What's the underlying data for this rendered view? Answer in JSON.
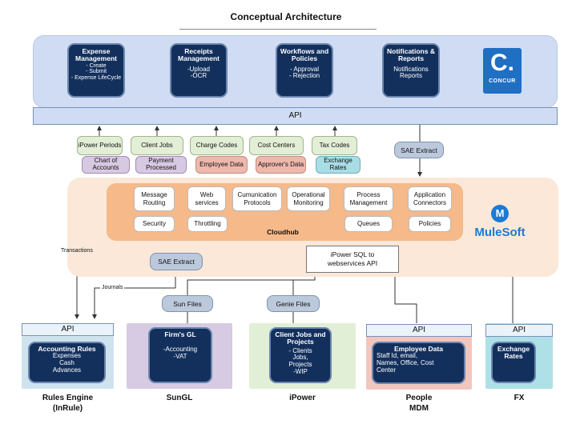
{
  "title": "Conceptual Architecture",
  "concur": {
    "boxes": [
      {
        "title": "Expense Management",
        "sub": "- Create\n- Submit\n- Expense LifeCycle"
      },
      {
        "title": "Receipts Management",
        "sub": "-Upload\n-OCR"
      },
      {
        "title": "Workflows and Policies",
        "sub": "- Approval\n- Rejection"
      },
      {
        "title": "Notifications & Reports",
        "sub": "Notifications\nReports"
      }
    ],
    "logo_letter": "C.",
    "logo_text": "CONCUR"
  },
  "api_label": "API",
  "top_tags": {
    "green": [
      "iPower Periods",
      "Client Jobs",
      "Charge Codes",
      "Cost Centers",
      "Tax Codes"
    ],
    "bottom": [
      "Chart of Accounts",
      "Payment Processed",
      "Employee Data",
      "Approver's Data",
      "Exchange Rates"
    ]
  },
  "sae_extract_top": "SAE Extract",
  "cloudhub": {
    "row1": [
      "Message Routing",
      "Web services",
      "Cumunication Protocols",
      "Operational Monitoring",
      "Process Management",
      "Application Connectors"
    ],
    "row2": [
      "Security",
      "Throttling",
      "Queues",
      "Policies"
    ],
    "label": "Cloudhub"
  },
  "mulesoft_text": "MuleSoft",
  "mulesoft_letter": "M",
  "sae_extract_mid": "SAE Extract",
  "sql_box": "iPower SQL to\nwebservices API",
  "transactions": "Transactions",
  "journals": "Journals",
  "sun_files": "Sun Files",
  "genie_files": "Genie Files",
  "panels": {
    "rules": {
      "api": "API",
      "title": "Accounting Rules",
      "sub": "Expenses\nCash\nAdvances",
      "label": "Rules Engine\n(InRule)"
    },
    "sungl": {
      "title": "Firm's GL",
      "sub": "-Accounting\n-VAT",
      "label": "SunGL"
    },
    "ipower": {
      "title": "Client Jobs and Projects",
      "sub": "- Clients\nJobs,\nProjects\n-WIP",
      "label": "iPower"
    },
    "people": {
      "api": "API",
      "title": "Employee Data",
      "sub": "Staff Id, email,\nNames, Office, Cost\nCenter",
      "label": "People\nMDM"
    },
    "fx": {
      "api": "API",
      "title": "Exchange Rates",
      "label": "FX"
    }
  }
}
